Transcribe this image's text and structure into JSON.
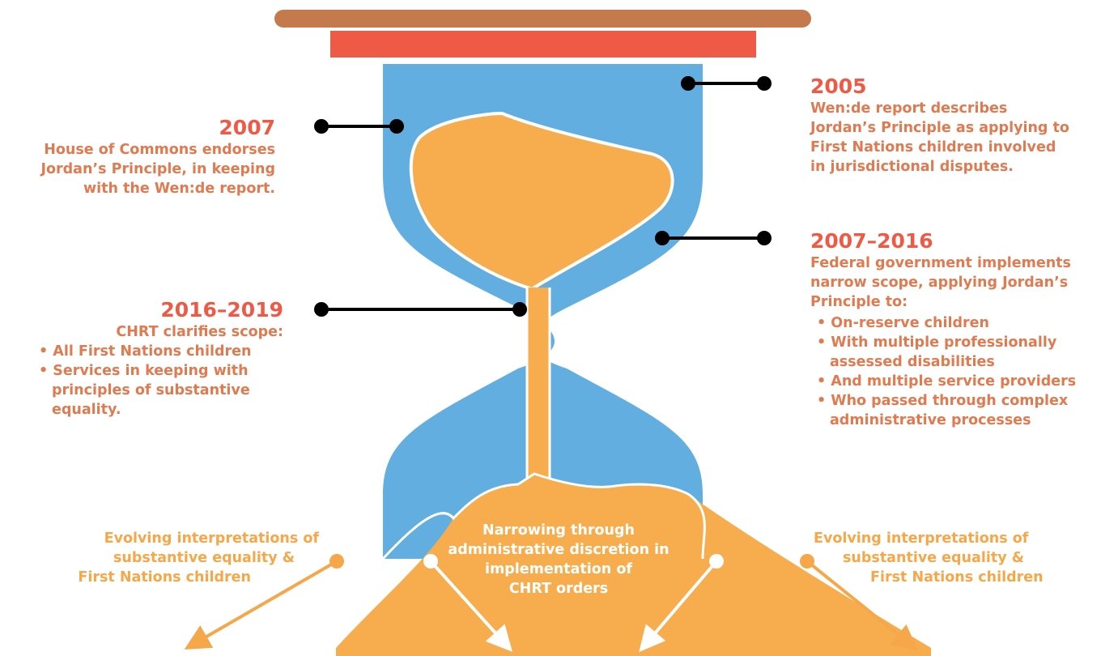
{
  "colors": {
    "cap_brown": "#c47a4d",
    "cap_red": "#ee5a45",
    "glass_blue": "#62aee0",
    "sand_orange": "#f7ac4d",
    "year_red": "#ee5a45",
    "text_orange": "#e07a50",
    "note_orange": "#f5a74a"
  },
  "left_top": {
    "year": "2007",
    "text": [
      "House of Commons endorses",
      "Jordan’s Principle, in keeping",
      "with the Wen:de report."
    ]
  },
  "left_mid": {
    "year": "2016–2019",
    "intro": "CHRT clarifies scope:",
    "items": [
      "All First Nations children",
      "Services in keeping with principles of substantive equality."
    ]
  },
  "right_top": {
    "year": "2005",
    "text": [
      "Wen:de report describes",
      "Jordan’s Principle as applying to",
      "First Nations children involved",
      "in jurisdictional disputes."
    ]
  },
  "right_mid": {
    "year": "2007–2016",
    "intro": [
      "Federal government implements",
      "narrow scope, applying Jordan’s",
      "Principle to:"
    ],
    "items": [
      "On-reserve children",
      "With multiple professionally assessed disabilities",
      "And multiple service providers",
      "Who passed through complex administrative processes"
    ]
  },
  "bottom_left_note": [
    "Evolving interpretations of",
    "substantive equality &",
    "First Nations children"
  ],
  "bottom_center_note": [
    "Narrowing through",
    "administrative discretion in",
    "implementation of",
    "CHRT orders"
  ],
  "bottom_right_note": [
    "Evolving interpretations of",
    "substantive equality &",
    "First Nations children"
  ]
}
